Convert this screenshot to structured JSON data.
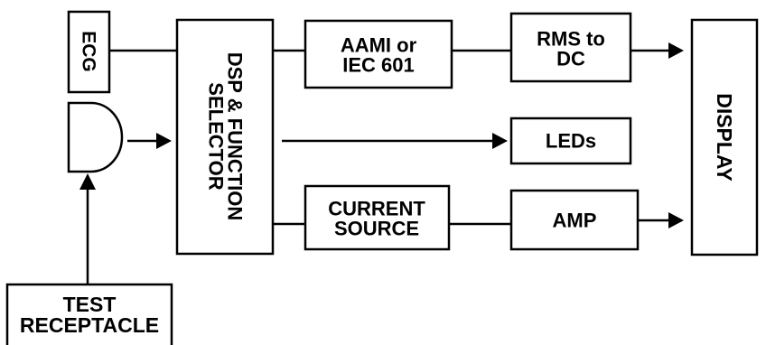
{
  "blocks": {
    "ecg": "ECG",
    "dsp_line1": "DSP & FUNCTION",
    "dsp_line2": "SELECTOR",
    "aami_line1": "AAMI or",
    "aami_line2": "IEC 601",
    "rms_line1": "RMS to",
    "rms_line2": "DC",
    "leds": "LEDs",
    "current_line1": "CURRENT",
    "current_line2": "SOURCE",
    "amp": "AMP",
    "display": "DISPLAY",
    "test_line1": "TEST",
    "test_line2": "RECEPTACLE"
  },
  "colors": {
    "line": "#000000",
    "background": "#ffffff"
  }
}
